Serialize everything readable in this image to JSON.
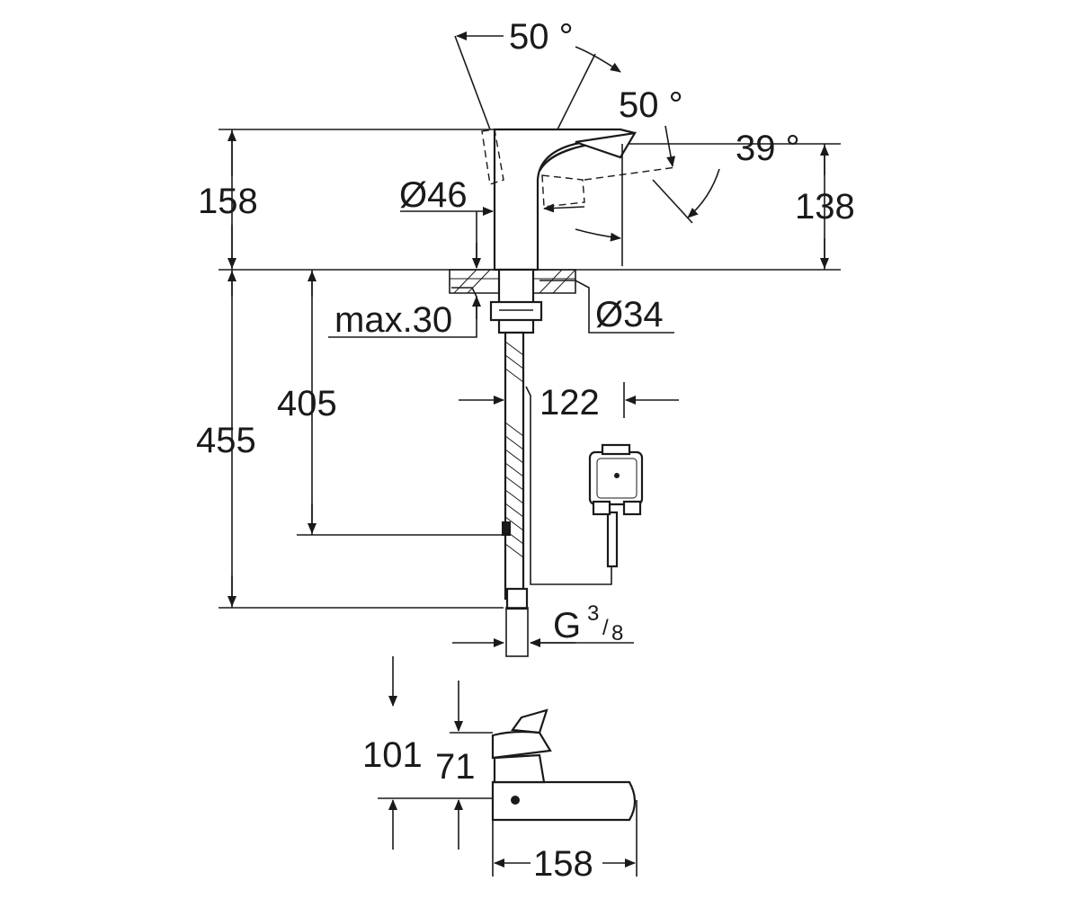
{
  "dimensions": {
    "angle_top": "50 °",
    "angle_right": "50 °",
    "angle_spout": "39 °",
    "height_left": "158",
    "height_right": "138",
    "diameter_body": "Ø46",
    "diameter_shank": "Ø34",
    "max_deck": "max.30",
    "length_405": "405",
    "length_455": "455",
    "offset_122": "122",
    "thread_g": "G",
    "thread_num": "3",
    "thread_den": "8",
    "plan_101": "101",
    "plan_71": "71",
    "plan_158": "158"
  }
}
